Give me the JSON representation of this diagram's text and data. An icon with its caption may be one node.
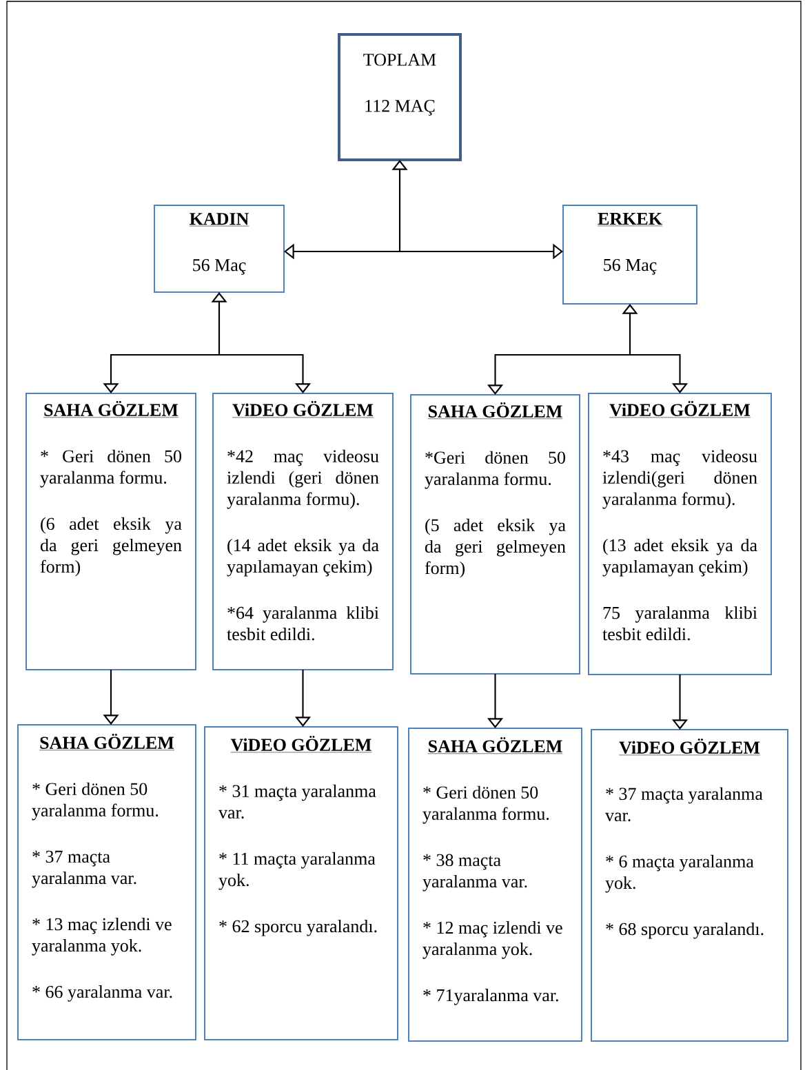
{
  "diagram": {
    "nodes": [
      {
        "text": [
          "TOPLAM",
          "112 MAÇ"
        ]
      },
      {
        "text": [
          "KADIN",
          "56 Maç"
        ]
      },
      {
        "text": [
          "ERKEK",
          "56 Maç"
        ]
      },
      {
        "text": [
          "SAHA GÖZLEM",
          "* Geri dönen 50 yaralanma formu.",
          "(6 adet eksik ya da geri gelmeyen form)"
        ]
      },
      {
        "text": [
          "ViDEO GÖZLEM",
          "*42 maç videosu izlendi (geri dönen yaralanma formu).",
          "(14 adet eksik ya da yapılamayan çekim)",
          "*64 yaralanma klibi tesbit edildi."
        ]
      },
      {
        "text": [
          "SAHA GÖZLEM",
          "*Geri dönen 50 yaralanma formu.",
          "(5 adet eksik ya da geri gelmeyen form)"
        ]
      },
      {
        "text": [
          "ViDEO GÖZLEM",
          "*43 maç videosu izlendi(geri dönen yaralanma formu).",
          "(13 adet eksik ya da yapılamayan çekim)",
          "75 yaralanma klibi tesbit edildi."
        ]
      },
      {
        "text": [
          "SAHA GÖZLEM",
          "* Geri dönen 50 yaralanma formu.",
          "* 37 maçta yaralanma var.",
          "* 13 maç izlendi ve yaralanma yok.",
          "* 66 yaralanma var."
        ]
      },
      {
        "text": [
          "ViDEO GÖZLEM",
          "* 31 maçta yaralanma var.",
          "* 11 maçta yaralanma yok.",
          "* 62 sporcu yaralandı."
        ]
      },
      {
        "text": [
          "SAHA GÖZLEM",
          "* Geri dönen 50 yaralanma formu.",
          "* 38 maçta yaralanma var.",
          "* 12 maç izlendi ve yaralanma yok.",
          "* 71yaralanma var."
        ]
      },
      {
        "text": [
          "ViDEO GÖZLEM",
          "* 37 maçta yaralanma var.",
          "* 6 maçta yaralanma yok.",
          "* 68 sporcu yaralandı."
        ]
      }
    ],
    "edges": [
      {
        "from": 0,
        "to": 1,
        "arrow": "both"
      },
      {
        "from": 0,
        "to": 2,
        "arrow": "both"
      },
      {
        "from": 1,
        "to": 3,
        "arrow": "both"
      },
      {
        "from": 1,
        "to": 4,
        "arrow": "both"
      },
      {
        "from": 2,
        "to": 5,
        "arrow": "both"
      },
      {
        "from": 2,
        "to": 6,
        "arrow": "both"
      },
      {
        "from": 3,
        "to": 7,
        "arrow": "to"
      },
      {
        "from": 4,
        "to": 8,
        "arrow": "to"
      },
      {
        "from": 5,
        "to": 9,
        "arrow": "to"
      },
      {
        "from": 6,
        "to": 10,
        "arrow": "to"
      }
    ]
  }
}
